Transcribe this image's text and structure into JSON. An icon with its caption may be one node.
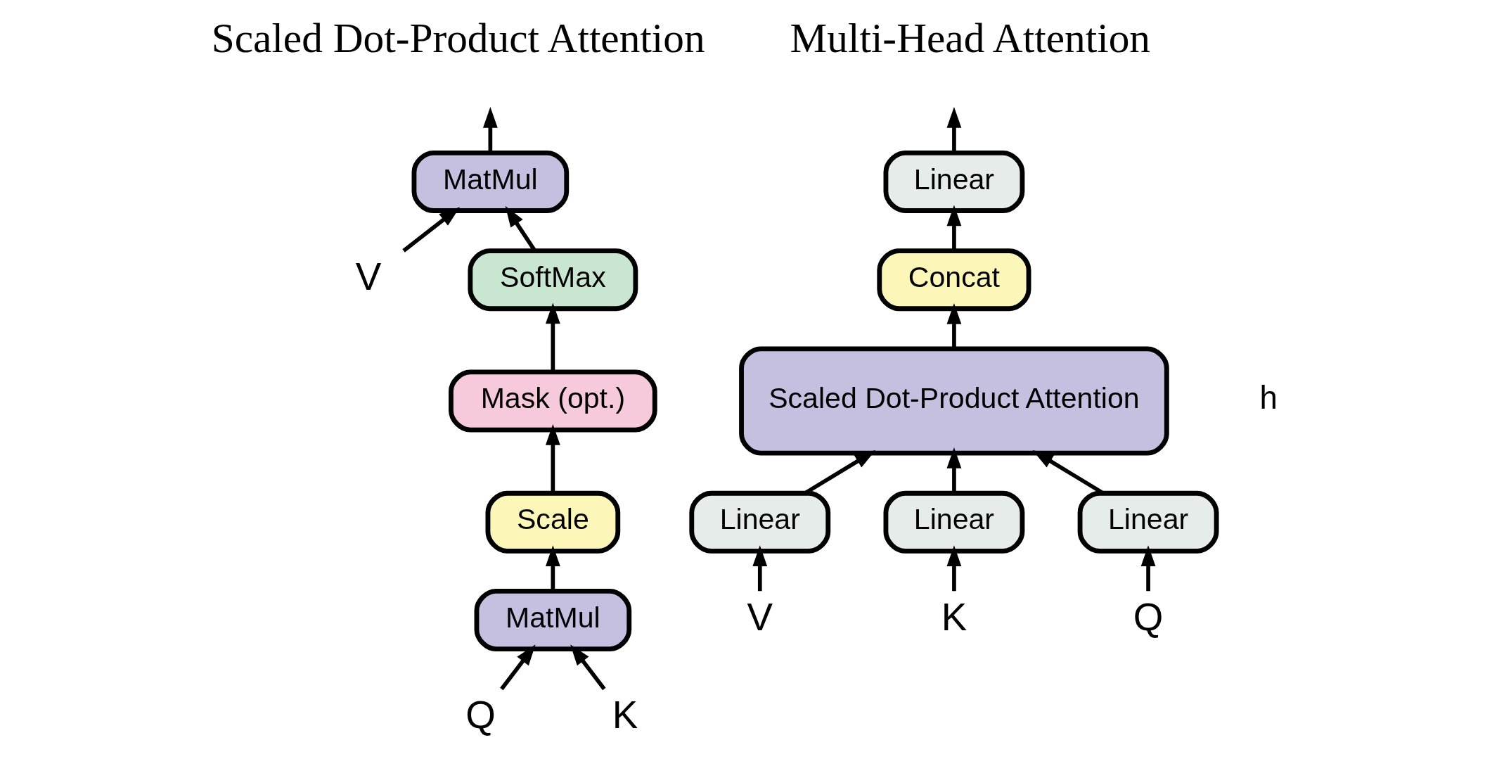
{
  "diagram": {
    "nodes": [
      {
        "text": [
          "MatMul"
        ]
      },
      {
        "text": [
          "SoftMax"
        ]
      },
      {
        "text": [
          "Mask (opt.)"
        ]
      },
      {
        "text": [
          "Scale"
        ]
      },
      {
        "text": [
          "MatMul"
        ]
      },
      {
        "text": [
          "Q"
        ]
      },
      {
        "text": [
          "K"
        ]
      },
      {
        "text": [
          "V"
        ]
      },
      {
        "text": [
          "Linear"
        ]
      },
      {
        "text": [
          "Concat"
        ]
      },
      {
        "text": [
          "Scaled Dot-Product Attention"
        ]
      },
      {
        "text": [
          "Linear"
        ]
      },
      {
        "text": [
          "Linear"
        ]
      },
      {
        "text": [
          "Linear"
        ]
      },
      {
        "text": [
          "V"
        ]
      },
      {
        "text": [
          "K"
        ]
      },
      {
        "text": [
          "Q"
        ]
      }
    ],
    "edges": [
      {
        "from": 5,
        "to": 4,
        "arrow": "to"
      },
      {
        "from": 6,
        "to": 4,
        "arrow": "to"
      },
      {
        "from": 4,
        "to": 3,
        "arrow": "to"
      },
      {
        "from": 3,
        "to": 2,
        "arrow": "to"
      },
      {
        "from": 2,
        "to": 1,
        "arrow": "to"
      },
      {
        "from": 1,
        "to": 0,
        "arrow": "to"
      },
      {
        "from": 7,
        "to": 0,
        "arrow": "to"
      },
      {
        "from": 0,
        "to": null,
        "arrow": "to"
      },
      {
        "from": 14,
        "to": 11,
        "arrow": "to"
      },
      {
        "from": 15,
        "to": 12,
        "arrow": "to"
      },
      {
        "from": 16,
        "to": 13,
        "arrow": "to"
      },
      {
        "from": 11,
        "to": 10,
        "arrow": "to"
      },
      {
        "from": 12,
        "to": 10,
        "arrow": "to"
      },
      {
        "from": 13,
        "to": 10,
        "arrow": "to"
      },
      {
        "from": 10,
        "to": 9,
        "arrow": "to"
      },
      {
        "from": 9,
        "to": 8,
        "arrow": "to"
      },
      {
        "from": 8,
        "to": null,
        "arrow": "to"
      }
    ],
    "labels": [
      "Scaled Dot-Product Attention",
      "Multi-Head Attention",
      "h"
    ]
  }
}
